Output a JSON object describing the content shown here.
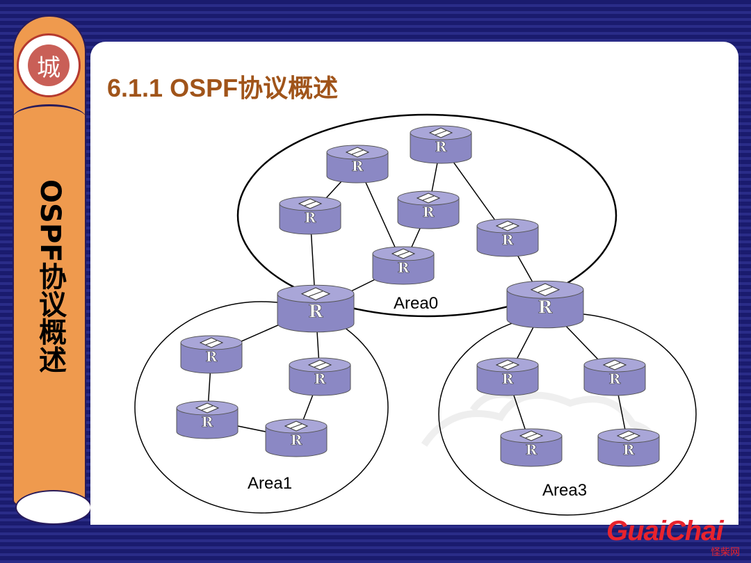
{
  "slide": {
    "title": "6.1.1 OSPF协议概述",
    "sidebar_title_latin": "OSPF",
    "sidebar_title_cjk": "协议概述",
    "logo_char": "城",
    "colors": {
      "background": "#1a1b6e",
      "sidebar": "#ef9a4e",
      "title": "#a0541a",
      "router_fill": "#8b88c4",
      "brand": "#e8232d"
    }
  },
  "diagram": {
    "router_letter": "R",
    "areas": [
      {
        "id": "area0",
        "label": "Area0"
      },
      {
        "id": "area1",
        "label": "Area1"
      },
      {
        "id": "area3",
        "label": "Area3"
      }
    ],
    "routers": [
      {
        "id": "a0r1",
        "area": "Area0"
      },
      {
        "id": "a0r2",
        "area": "Area0"
      },
      {
        "id": "a0r3",
        "area": "Area0"
      },
      {
        "id": "a0r4",
        "area": "Area0"
      },
      {
        "id": "a0r5",
        "area": "Area0"
      },
      {
        "id": "a0r6",
        "area": "Area0"
      },
      {
        "id": "abr1",
        "area": "Area0/Area1",
        "border": true
      },
      {
        "id": "abr3",
        "area": "Area0/Area3",
        "border": true
      },
      {
        "id": "a1r1",
        "area": "Area1"
      },
      {
        "id": "a1r2",
        "area": "Area1"
      },
      {
        "id": "a1r3",
        "area": "Area1"
      },
      {
        "id": "a1r4",
        "area": "Area1"
      },
      {
        "id": "a3r1",
        "area": "Area3"
      },
      {
        "id": "a3r2",
        "area": "Area3"
      },
      {
        "id": "a3r3",
        "area": "Area3"
      },
      {
        "id": "a3r4",
        "area": "Area3"
      }
    ],
    "links": [
      [
        "a0r1",
        "a0r2"
      ],
      [
        "a0r2",
        "a0r6"
      ],
      [
        "a0r3",
        "a0r4"
      ],
      [
        "a0r3",
        "a0r5"
      ],
      [
        "a0r4",
        "a0r6"
      ],
      [
        "a0r1",
        "abr1"
      ],
      [
        "a0r6",
        "abr1"
      ],
      [
        "a0r5",
        "abr3"
      ],
      [
        "abr1",
        "a1r1"
      ],
      [
        "abr1",
        "a1r2"
      ],
      [
        "a1r1",
        "a1r3"
      ],
      [
        "a1r2",
        "a1r4"
      ],
      [
        "a1r3",
        "a1r4"
      ],
      [
        "abr3",
        "a3r1"
      ],
      [
        "abr3",
        "a3r2"
      ],
      [
        "a3r1",
        "a3r3"
      ],
      [
        "a3r2",
        "a3r4"
      ]
    ]
  },
  "brand": {
    "text": "GuaiChai",
    "subtext": "怪柴网"
  }
}
